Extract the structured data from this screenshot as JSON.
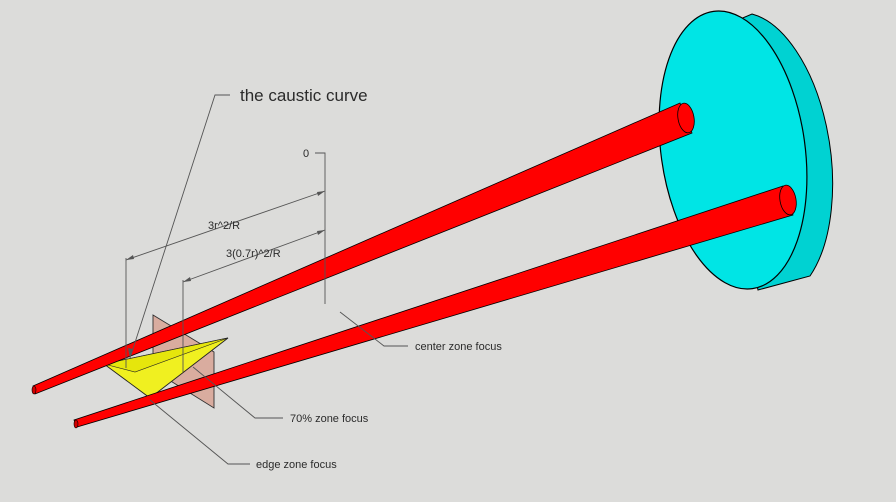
{
  "labels": {
    "caustic": "the caustic curve",
    "zero": "0",
    "dim_edge": "3r^2/R",
    "dim_70": "3(0.7r)^2/R",
    "center_focus": "center zone focus",
    "focus_70": "70% zone focus",
    "edge_focus": "edge zone focus"
  },
  "colors": {
    "background": "#dcdcda",
    "mirror": "#00e5e5",
    "mirror_side": "#00cfcf",
    "beam": "#ff0000",
    "caustic_fill": "#f2f222",
    "screen": "#d8a89a"
  }
}
